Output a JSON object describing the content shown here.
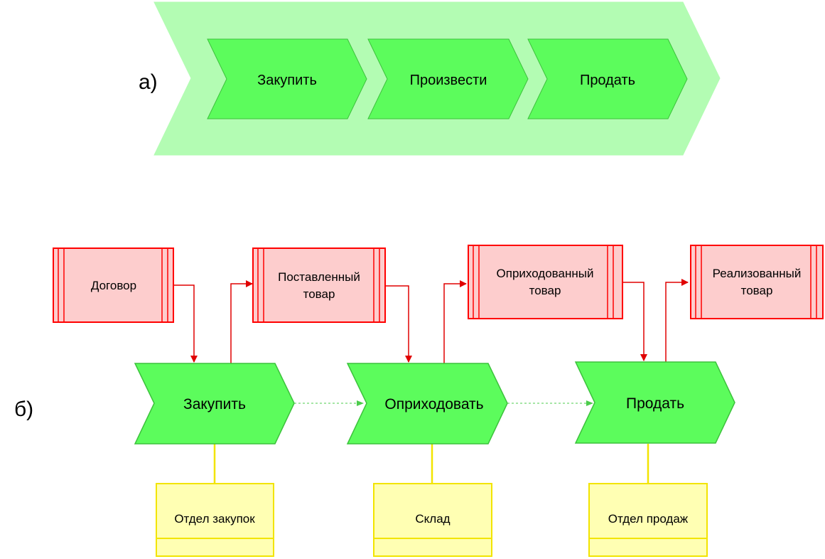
{
  "part_a": {
    "label": "а)",
    "steps": [
      "Закупить",
      "Произвести",
      "Продать"
    ]
  },
  "part_b": {
    "label": "б)",
    "functions": [
      "Закупить",
      "Оприходовать",
      "Продать"
    ],
    "documents": {
      "contract": [
        "Договор"
      ],
      "delivered": [
        "Поставленный",
        "товар"
      ],
      "received": [
        "Оприходованный",
        "товар"
      ],
      "sold": [
        "Реализованный",
        "товар"
      ]
    },
    "departments": [
      "Отдел закупок",
      "Склад",
      "Отдел продаж"
    ]
  },
  "colors": {
    "outer_chevron": "#b3fcb3",
    "chevron_fill": "#5cfc5c",
    "chevron_stroke": "#3cc23c",
    "doc_fill": "#fdcdcd",
    "doc_stroke": "#ff0000",
    "dept_fill": "#ffffb3",
    "dept_stroke": "#f2e400",
    "connector": "#e00000"
  }
}
